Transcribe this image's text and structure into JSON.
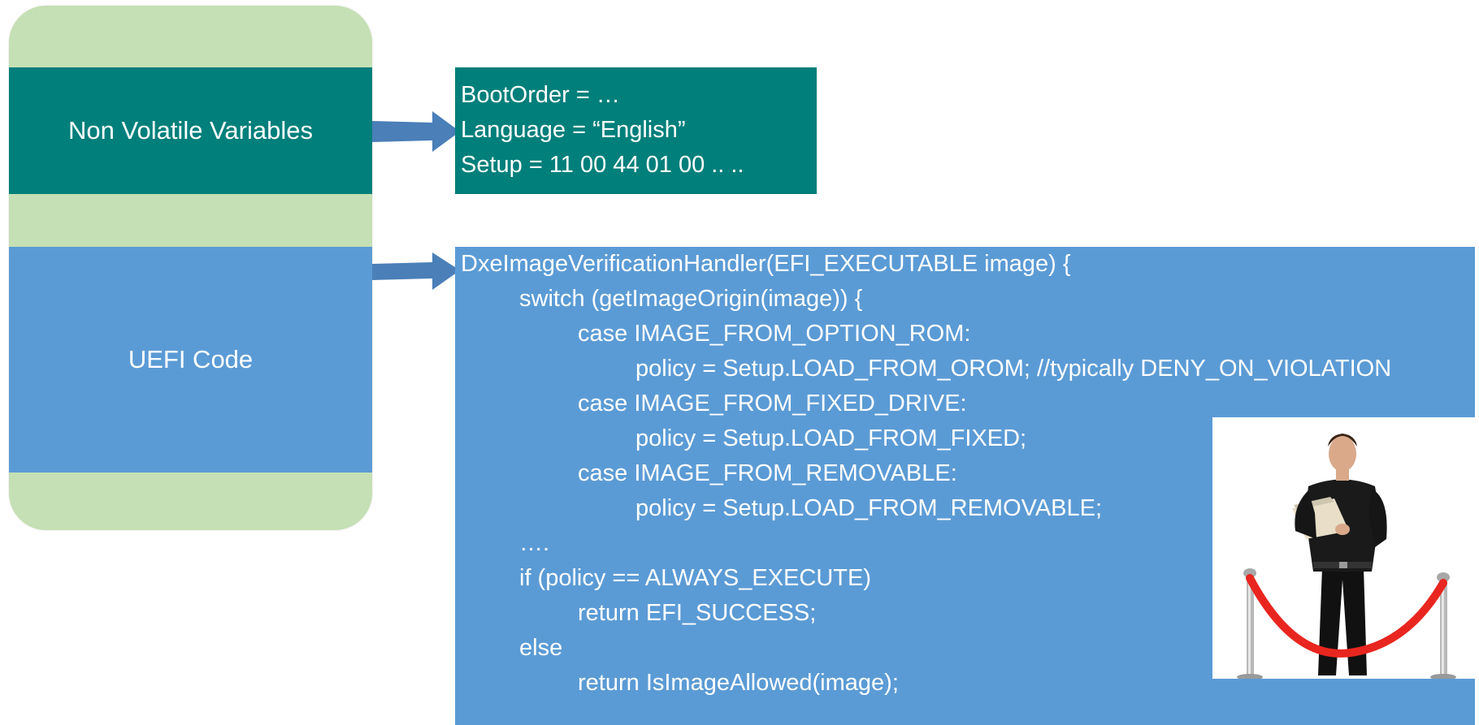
{
  "left_panel": {
    "nv_label": "Non Volatile Variables",
    "code_label": "UEFI Code"
  },
  "variables": [
    "BootOrder = …",
    "Language = “English”",
    "Setup = 11 00 44 01 00 .. .."
  ],
  "code_lines": [
    {
      "indent": 0,
      "text": "DxeImageVerificationHandler(EFI_EXECUTABLE image) {"
    },
    {
      "indent": 1,
      "text": "switch (getImageOrigin(image)) {"
    },
    {
      "indent": 2,
      "text": "case IMAGE_FROM_OPTION_ROM:"
    },
    {
      "indent": 3,
      "text": "policy = Setup.LOAD_FROM_OROM; //typically DENY_ON_VIOLATION"
    },
    {
      "indent": 2,
      "text": "case IMAGE_FROM_FIXED_DRIVE:"
    },
    {
      "indent": 3,
      "text": "policy = Setup.LOAD_FROM_FIXED;"
    },
    {
      "indent": 2,
      "text": "case IMAGE_FROM_REMOVABLE:"
    },
    {
      "indent": 3,
      "text": "policy = Setup.LOAD_FROM_REMOVABLE;"
    },
    {
      "indent": 1,
      "text": "…."
    },
    {
      "indent": 1,
      "text": "if (policy == ALWAYS_EXECUTE)"
    },
    {
      "indent": 2,
      "text": "return EFI_SUCCESS;"
    },
    {
      "indent": 1,
      "text": "else"
    },
    {
      "indent": 2,
      "text": "return IsImageAllowed(image);"
    }
  ],
  "colors": {
    "panel_green": "#c5e0b4",
    "teal": "#007f7b",
    "blue": "#5b9bd5",
    "arrow": "#4a7fb8",
    "rope": "#e8261f"
  },
  "illustration": {
    "icon": "bouncer-with-clipboard-and-velvet-rope"
  }
}
